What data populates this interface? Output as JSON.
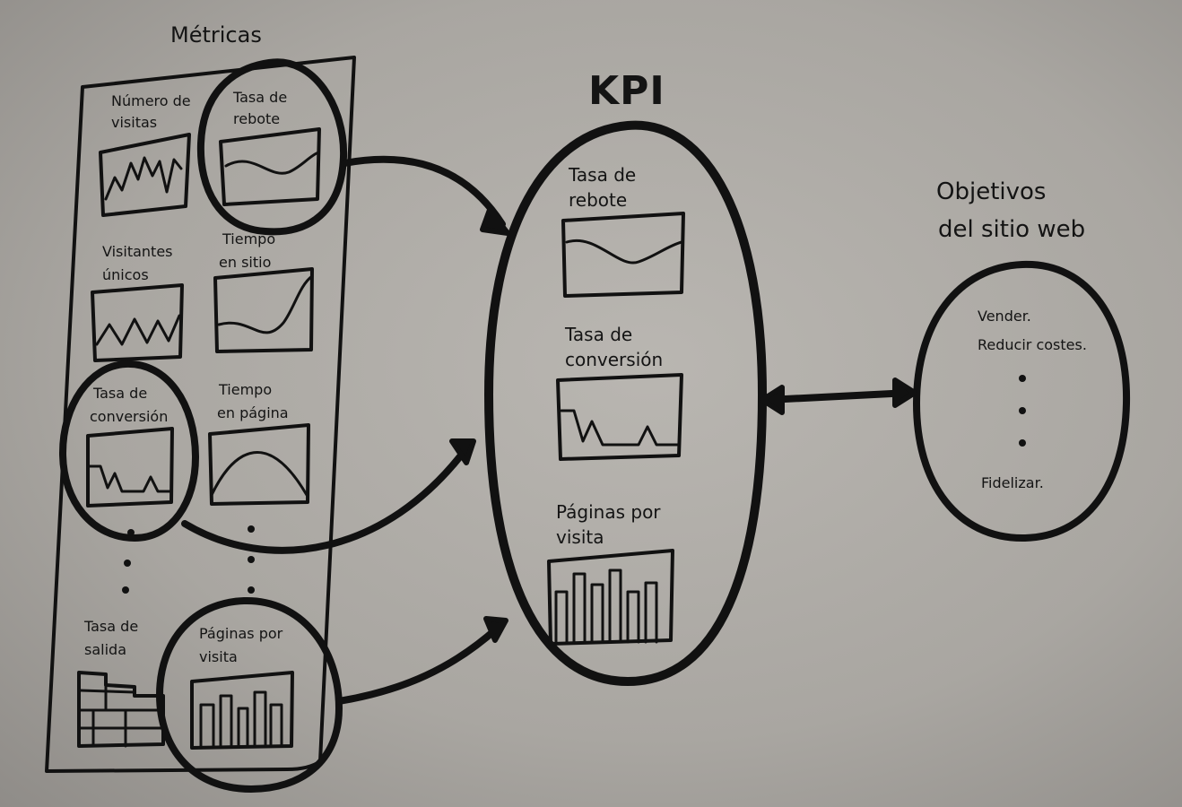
{
  "metrics": {
    "title": "Métricas",
    "items": {
      "numero_visitas": {
        "line1": "Número de",
        "line2": "visitas"
      },
      "tasa_rebote": {
        "line1": "Tasa de",
        "line2": "rebote"
      },
      "visitantes_unicos": {
        "line1": "Visitantes",
        "line2": "únicos"
      },
      "tiempo_sitio": {
        "line1": "Tiempo",
        "line2": "en sitio"
      },
      "tasa_conversion": {
        "line1": "Tasa de",
        "line2": "conversión"
      },
      "tiempo_pagina": {
        "line1": "Tiempo",
        "line2": "en página"
      },
      "tasa_salida": {
        "line1": "Tasa de",
        "line2": "salida"
      },
      "paginas_visita": {
        "line1": "Páginas por",
        "line2": "visita"
      }
    }
  },
  "kpi": {
    "title": "KPI",
    "items": {
      "tasa_rebote": {
        "line1": "Tasa de",
        "line2": "rebote"
      },
      "tasa_conversion": {
        "line1": "Tasa de",
        "line2": "conversión"
      },
      "paginas_visita": {
        "line1": "Páginas por",
        "line2": "visita"
      }
    }
  },
  "objectives": {
    "title_line1": "Objetivos",
    "title_line2": "del sitio web",
    "item1": "Vender.",
    "item2": "Reducir costes.",
    "item3": "Fidelizar."
  }
}
